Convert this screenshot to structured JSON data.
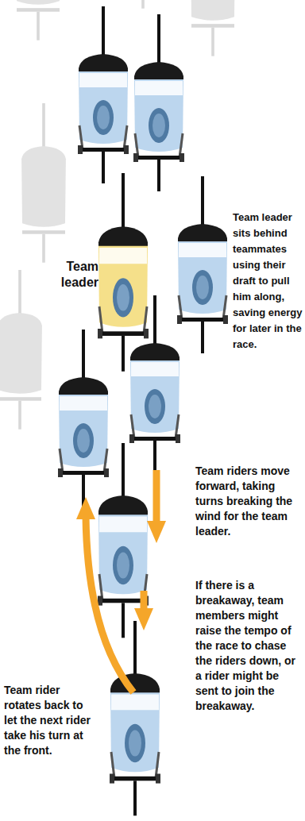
{
  "diagram": {
    "labels": [
      "Team leader",
      "Team leader sits behind teammates using their draft to pull him along, saving energy for later in the race.",
      "Team riders move forward, taking turns breaking the wind for the team leader.",
      "If there is a breakaway, team members might raise the tempo of the race to chase the riders down, or a rider might be sent to join the breakaway.",
      "Team rider rotates back to let the next rider take his turn at the front."
    ]
  }
}
